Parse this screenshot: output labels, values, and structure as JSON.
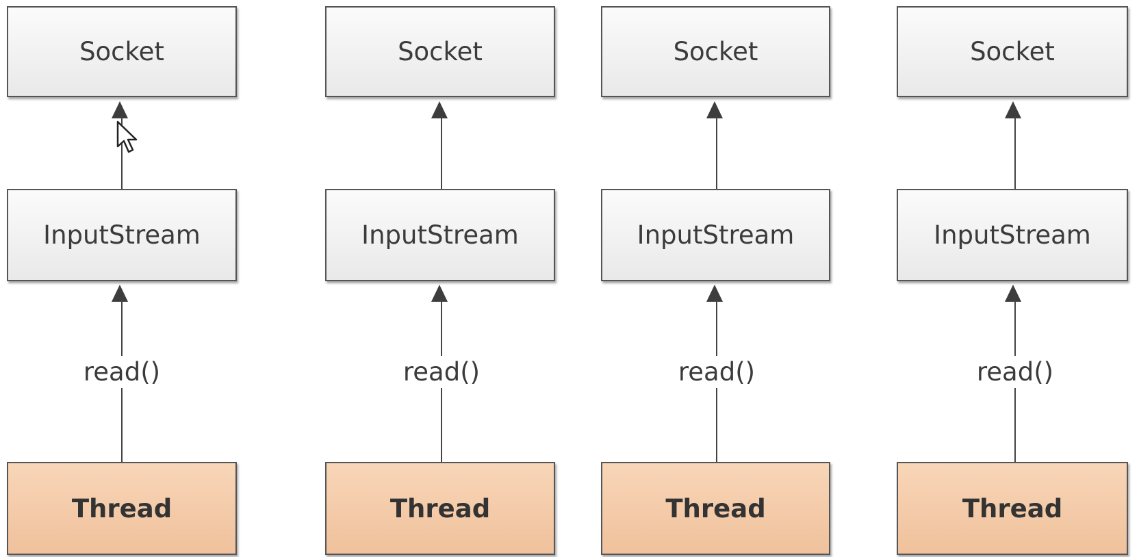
{
  "diagram": {
    "columns": [
      {
        "top_label": "Socket",
        "middle_label": "InputStream",
        "edge_label": "read()",
        "bottom_label": "Thread"
      },
      {
        "top_label": "Socket",
        "middle_label": "InputStream",
        "edge_label": "read()",
        "bottom_label": "Thread"
      },
      {
        "top_label": "Socket",
        "middle_label": "InputStream",
        "edge_label": "read()",
        "bottom_label": "Thread"
      },
      {
        "top_label": "Socket",
        "middle_label": "InputStream",
        "edge_label": "read()",
        "bottom_label": "Thread"
      }
    ],
    "colors": {
      "box_fill": "#f2f2f2",
      "thread_fill": "#f4c9a6",
      "stroke": "#555555"
    }
  }
}
